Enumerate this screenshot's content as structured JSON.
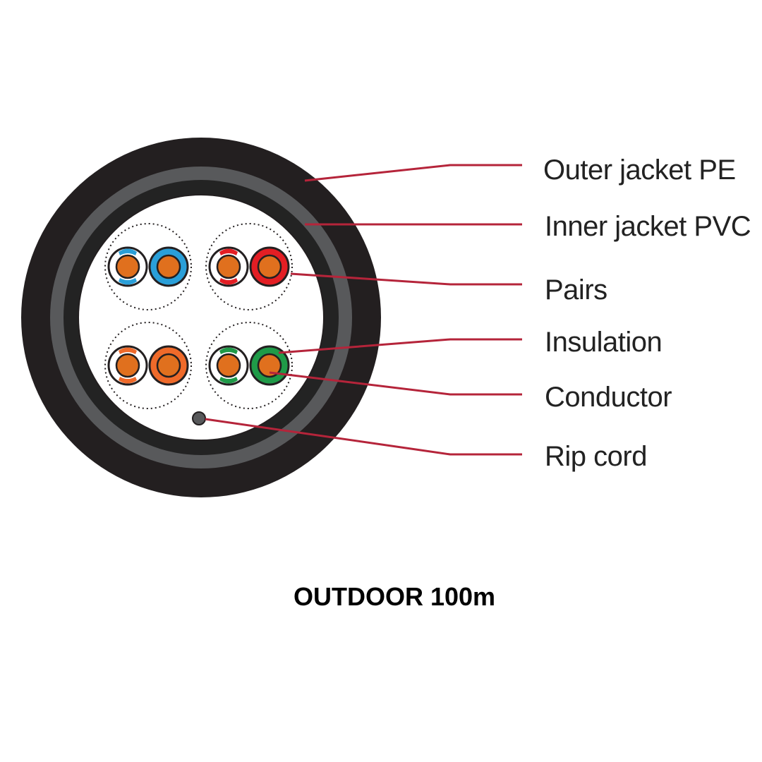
{
  "diagram": {
    "labels": {
      "outer_jacket": "Outer jacket PE",
      "inner_jacket": "Inner jacket PVC",
      "pairs": "Pairs",
      "insulation": "Insulation",
      "conductor": "Conductor",
      "rip_cord": "Rip cord"
    },
    "caption": "OUTDOOR 100m",
    "colors": {
      "outer_jacket": "#231f20",
      "inner_jacket": "#58595b",
      "core": "#ffffff",
      "conductor": "#e0701e",
      "leader_line": "#b5243a",
      "rip_cord": "#58595b",
      "pair_blue": "#2a9fd8",
      "pair_red": "#e31e24",
      "pair_orange": "#ef6a2a",
      "pair_green": "#1f9a48"
    },
    "pair_colors": [
      "blue",
      "red",
      "orange",
      "green"
    ]
  }
}
